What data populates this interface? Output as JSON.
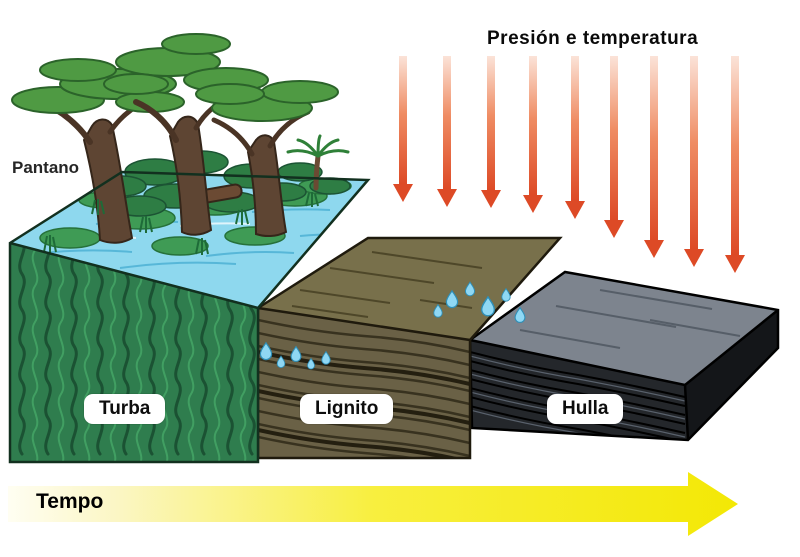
{
  "diagram": {
    "pressure_label": "Presión e temperatura",
    "swamp_label": "Pantano",
    "time_label": "Tempo",
    "stages": [
      {
        "name": "Turba"
      },
      {
        "name": "Lignito"
      },
      {
        "name": "Hulla"
      }
    ],
    "pressure_arrows": {
      "count": 9
    },
    "colors": {
      "pressure_arrow": "#dd4a26",
      "time_arrow": "#f3e805",
      "turba": "#2f7d4e",
      "swamp_water": "#8ed8ee",
      "lignito": "#6a6146",
      "lignito_top": "#78704b",
      "hulla": "#24272b",
      "hulla_top": "#7d848e",
      "water_drop": "#8fd8f4"
    }
  }
}
